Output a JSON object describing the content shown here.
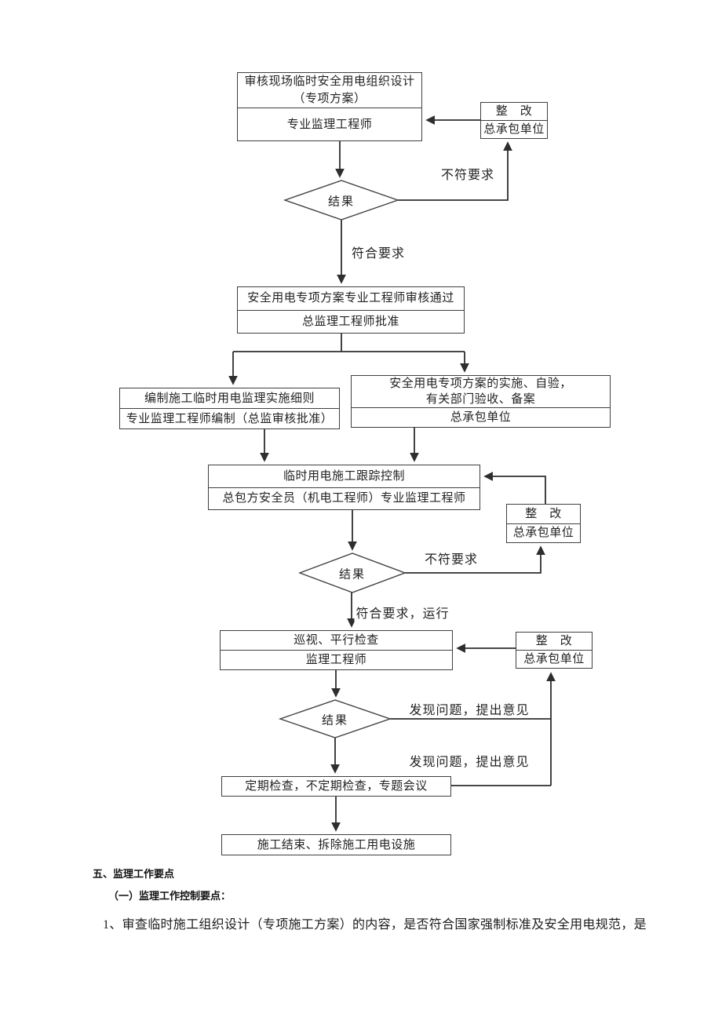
{
  "colors": {
    "ink": "#2e2e2e",
    "paper": "#ffffff"
  },
  "flowchart": {
    "review": {
      "line1": "审核现场临时安全用电组织设计",
      "line2": "（专项方案）",
      "actor": "专业监理工程师"
    },
    "rectify1": {
      "title": "整　改",
      "actor": "总承包单位"
    },
    "result1": "结果",
    "fail1": "不符要求",
    "pass1": "符合要求",
    "approve": {
      "line1": "安全用电专项方案专业工程师审核通过",
      "actor": "总监理工程师批准"
    },
    "rules": {
      "line1": "编制施工临时用电监理实施细则",
      "actor": "专业监理工程师编制（总监审核批准）"
    },
    "implement": {
      "line1": "安全用电专项方案的实施、自验，",
      "line2": "有关部门验收、备案",
      "actor": "总承包单位"
    },
    "tracking": {
      "line1": "临时用电施工跟踪控制",
      "actor": "总包方安全员（机电工程师）专业监理工程师"
    },
    "rectify2": {
      "title": "整　改",
      "actor": "总承包单位"
    },
    "result2": "结果",
    "fail2": "不符要求",
    "pass2": "符合要求，运行",
    "patrol": {
      "line1": "巡视、平行检查",
      "actor": "监理工程师"
    },
    "rectify3": {
      "title": "整　改",
      "actor": "总承包单位"
    },
    "result3": "结果",
    "issue1": "发现问题，提出意见",
    "issue2": "发现问题，提出意见",
    "periodic": "定期检查，不定期检查，专题会议",
    "finish": "施工结束、拆除施工用电设施"
  },
  "footer": {
    "heading": "五、监理工作要点",
    "subheading": "（一）监理工作控制要点：",
    "item1": "1、审查临时施工组织设计（专项施工方案）的内容，是否符合国家强制标准及安全用电规范，是"
  }
}
